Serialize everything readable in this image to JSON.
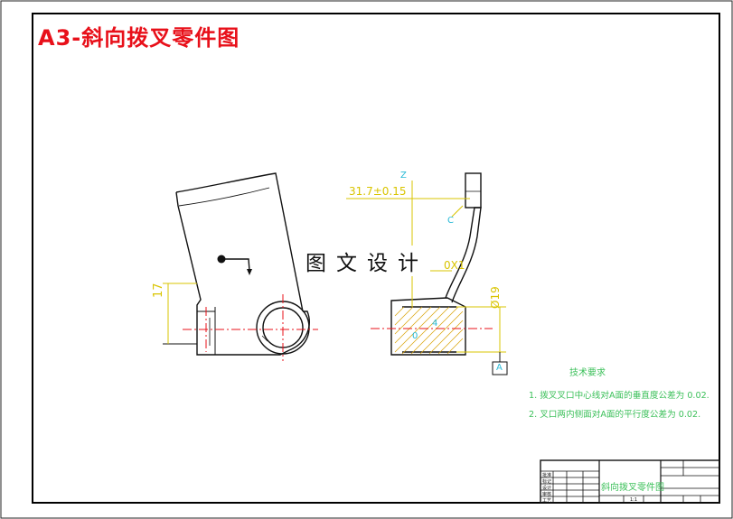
{
  "title": "A3-斜向拨叉零件图",
  "watermark": "图文设计",
  "dimensions": {
    "distance": "31.7±0.15",
    "height_left": "17",
    "diameter": "Ø19",
    "chamfer": "0X1",
    "datum": "A",
    "axis_z": "Z",
    "axis_c": "C",
    "num_0": "0",
    "num_4": "4"
  },
  "tech_req": {
    "heading": "技术要求",
    "items": [
      "1. 拨叉叉口中心线对A面的垂直度公差为 0.02.",
      "2. 叉口两内侧面对A面的平行度公差为 0.02."
    ]
  },
  "title_block": {
    "part_name": "斜向拨叉零件图",
    "scale": "1:1",
    "rows": [
      "标记",
      "设计",
      "审核",
      "工艺",
      "批准"
    ]
  },
  "colors": {
    "title": "#e8101a",
    "outline": "#111111",
    "centerline": "#e8101a",
    "dimension": "#d9c400",
    "hatch": "#d9a000",
    "tech_text": "#3cc05a"
  }
}
